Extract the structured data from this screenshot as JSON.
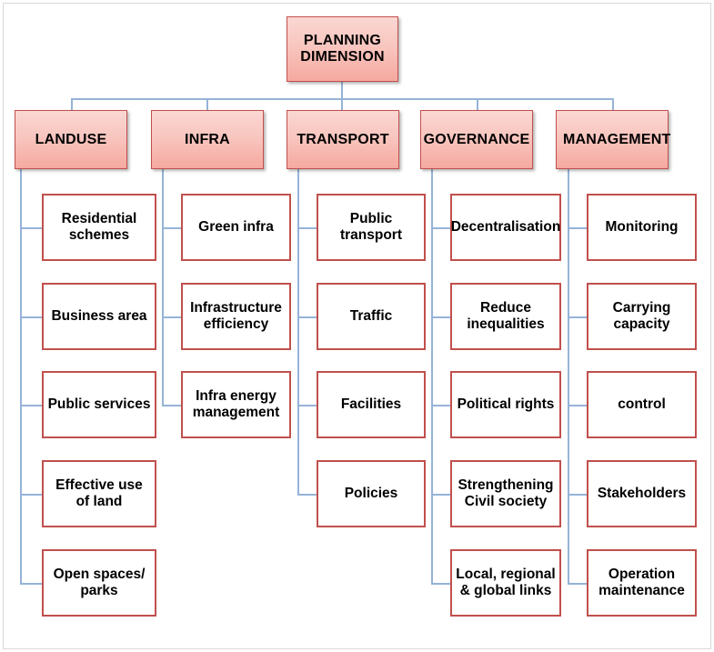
{
  "diagram": {
    "title": "Planning Dimension hierarchy",
    "colors": {
      "node_border": "#c0504d",
      "header_fill_top": "#fbd7d3",
      "header_fill_bottom": "#f5a9a0",
      "leaf_fill": "#ffffff",
      "connector": "#95b3d7",
      "frame": "#d9d9d9",
      "text": "#000000"
    },
    "root": {
      "label": "PLANNING DIMENSION",
      "line1": "PLANNING",
      "line2": "DIMENSION"
    },
    "branches": [
      {
        "id": "landuse",
        "label": "LANDUSE",
        "children": [
          {
            "label": "Residential schemes"
          },
          {
            "label": "Business area"
          },
          {
            "label": "Public services"
          },
          {
            "label": "Effective use of land"
          },
          {
            "label": "Open spaces/ parks"
          }
        ]
      },
      {
        "id": "infra",
        "label": "INFRA",
        "children": [
          {
            "label": "Green infra"
          },
          {
            "label": "Infrastructure efficiency"
          },
          {
            "label": "Infra energy management"
          }
        ]
      },
      {
        "id": "transport",
        "label": "TRANSPORT",
        "children": [
          {
            "label": "Public transport"
          },
          {
            "label": "Traffic"
          },
          {
            "label": "Facilities"
          },
          {
            "label": "Policies"
          }
        ]
      },
      {
        "id": "governance",
        "label": "GOVERNANCE",
        "children": [
          {
            "label": "Decentralisation"
          },
          {
            "label": "Reduce inequalities"
          },
          {
            "label": "Political rights"
          },
          {
            "label": "Strengthening Civil society"
          },
          {
            "label": "Local, regional & global links"
          }
        ]
      },
      {
        "id": "management",
        "label": "MANAGEMENT",
        "children": [
          {
            "label": "Monitoring"
          },
          {
            "label": "Carrying capacity"
          },
          {
            "label": "control"
          },
          {
            "label": "Stakeholders"
          },
          {
            "label": "Operation maintenance"
          }
        ]
      }
    ]
  }
}
